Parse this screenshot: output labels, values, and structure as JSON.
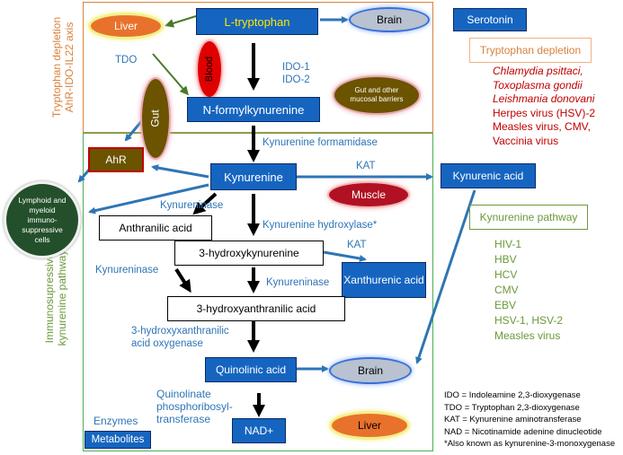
{
  "boxes": {
    "l_tryptophan": "L-tryptophan",
    "n_formylkynurenine": "N-formylkynurenine",
    "kynurenine": "Kynurenine",
    "anthranilic_acid": "Anthranilic acid",
    "hydroxykynurenine": "3-hydroxykynurenine",
    "xanthurenic_acid": "Xanthurenic acid",
    "hydroxyanthranilic_acid": "3-hydroxyanthranilic acid",
    "quinolinic_acid": "Quinolinic acid",
    "nad": "NAD+",
    "kynurenic_acid": "Kynurenic acid",
    "serotonin": "Serotonin",
    "ahr": "AhR",
    "metabolites": "Metabolites"
  },
  "organs": {
    "liver_top": "Liver",
    "brain_top": "Brain",
    "blood": "Blood",
    "gut": "Gut",
    "gut_mucosal": "Gut and other mucosal barriers",
    "muscle": "Muscle",
    "lymphoid": "Lymphoid and myeloid immuno-suppressive cells",
    "brain_bottom": "Brain",
    "liver_bottom": "Liver"
  },
  "enzymes": {
    "tdo": "TDO",
    "ido": "IDO-1\nIDO-2",
    "kynurenine_formamidase": "Kynurenine formamidase",
    "kat_top": "KAT",
    "kynureninase_1": "Kynureninase",
    "kynurenine_hydroxylase": "Kynurenine hydroxylase*",
    "kat_mid": "KAT",
    "kynureninase_2": "Kynureninase",
    "kynureninase_3": "Kynureninase",
    "haao": "3-hydroxyxanthranilic\nacid oxygenase",
    "qprt": "Quinolinate\nphosphoribosyl-\ntransferase",
    "enzymes_legend": "Enzymes"
  },
  "axes": {
    "tryptophan_depletion_axis": "Tryptophan depletion\nAhR-IDO-IL22 axis",
    "immunosuppressive_pathway": "Immunosupressive\nkynurenine pathway"
  },
  "tryptophan_depletion": {
    "title": "Tryptophan depletion",
    "items": [
      {
        "text": "Chlamydia psittaci,",
        "italic": true
      },
      {
        "text": "Toxoplasma gondii",
        "italic": true
      },
      {
        "text": "Leishmania donovani",
        "italic": true
      },
      {
        "text": "Herpes virus (HSV)-2",
        "italic": false
      },
      {
        "text": "Measles virus, CMV,",
        "italic": false
      },
      {
        "text": "Vaccinia virus",
        "italic": false
      }
    ]
  },
  "kynurenine_pathway": {
    "title": "Kynurenine pathway",
    "items": [
      "HIV-1",
      "HBV",
      "HCV",
      "CMV",
      "EBV",
      "HSV-1, HSV-2",
      "Measles virus"
    ]
  },
  "abbreviations": [
    "IDO = Indoleamine 2,3-dioxygenase",
    "TDO = Tryptophan 2,3-dioxygenase",
    "KAT = Kynurenine aminotransferase",
    "NAD = Nicotinamide adenine dinucleotide",
    "*Also known as kynurenine-3-monoxygenase"
  ],
  "colors": {
    "box_blue": "#1565c0",
    "arrow_blue": "#2e75b6",
    "orange_frame": "#d9823b",
    "green_frame": "#4caf50",
    "red_text": "#c00000",
    "green_text": "#6a9a3a"
  }
}
